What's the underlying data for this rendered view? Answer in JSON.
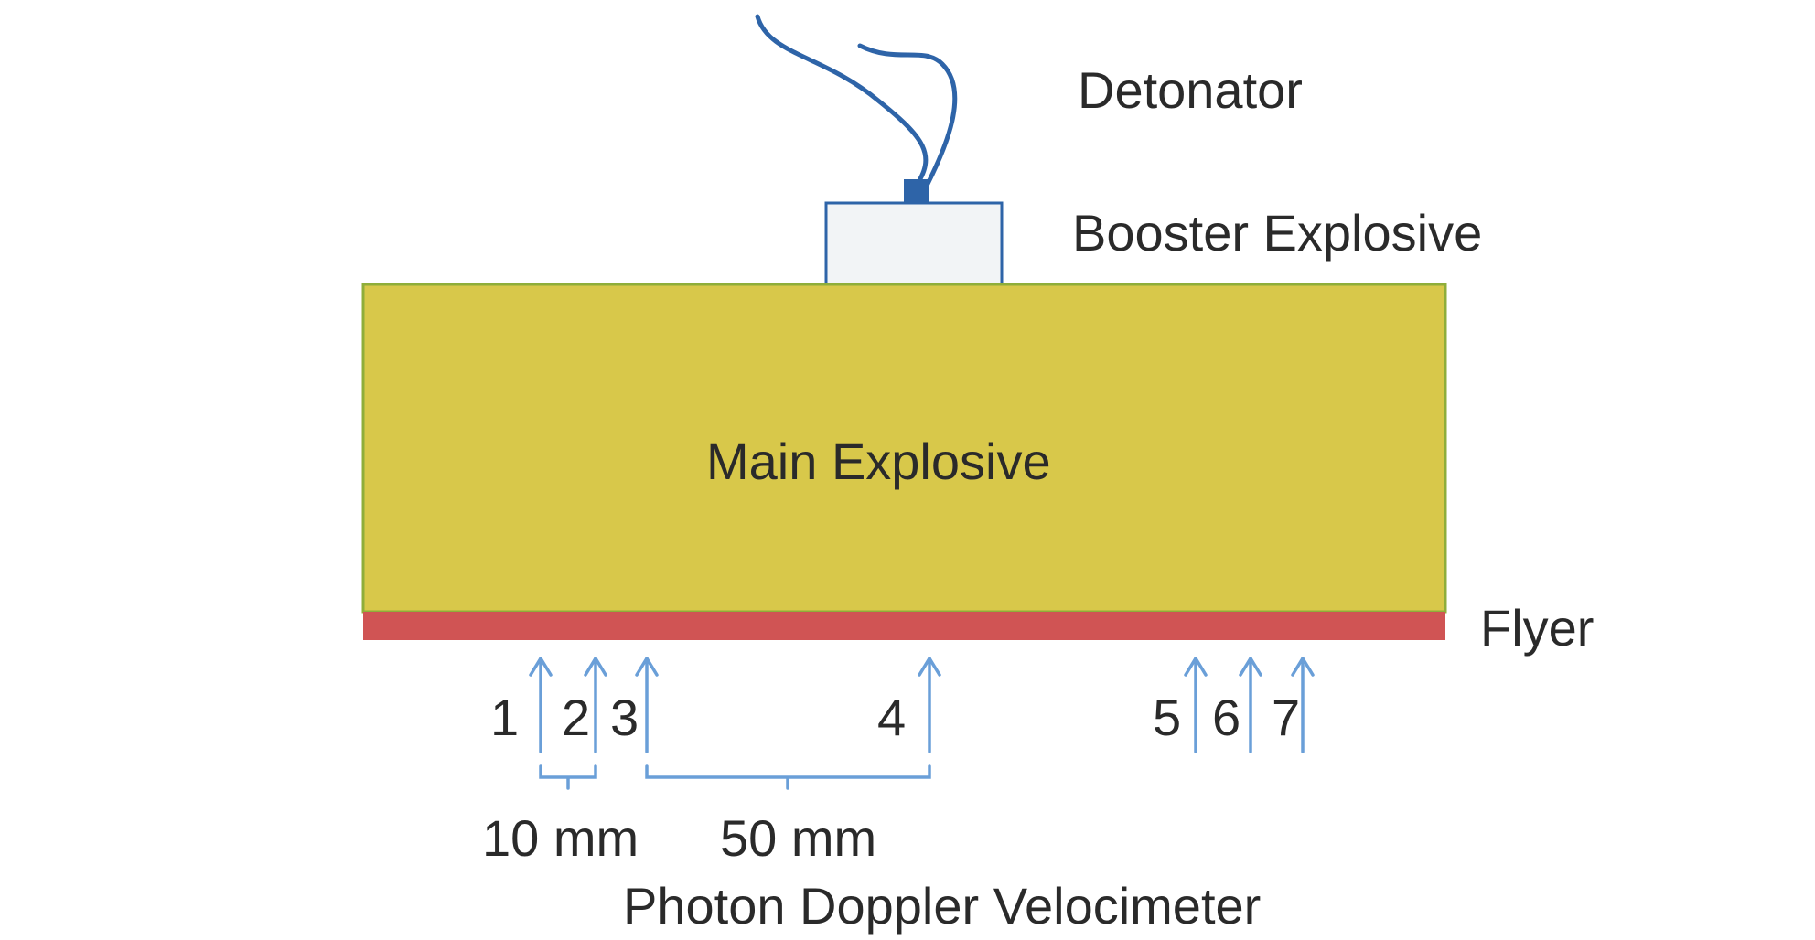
{
  "diagram": {
    "labels": {
      "detonator": "Detonator",
      "booster": "Booster Explosive",
      "main": "Main Explosive",
      "flyer": "Flyer",
      "instrument": "Photon Doppler Velocimeter"
    },
    "probes": [
      "1",
      "2",
      "3",
      "4",
      "5",
      "6",
      "7"
    ],
    "spacings": {
      "small": "10 mm",
      "large": "50 mm"
    },
    "colors": {
      "main_explosive": "#d8c84a",
      "main_explosive_border": "#8fae3a",
      "flyer": "#d05454",
      "booster_fill": "#f2f4f6",
      "booster_border": "#2e64a8",
      "wire": "#2e64a8",
      "arrow": "#6a9fd8",
      "text": "#2a2a2a"
    }
  }
}
